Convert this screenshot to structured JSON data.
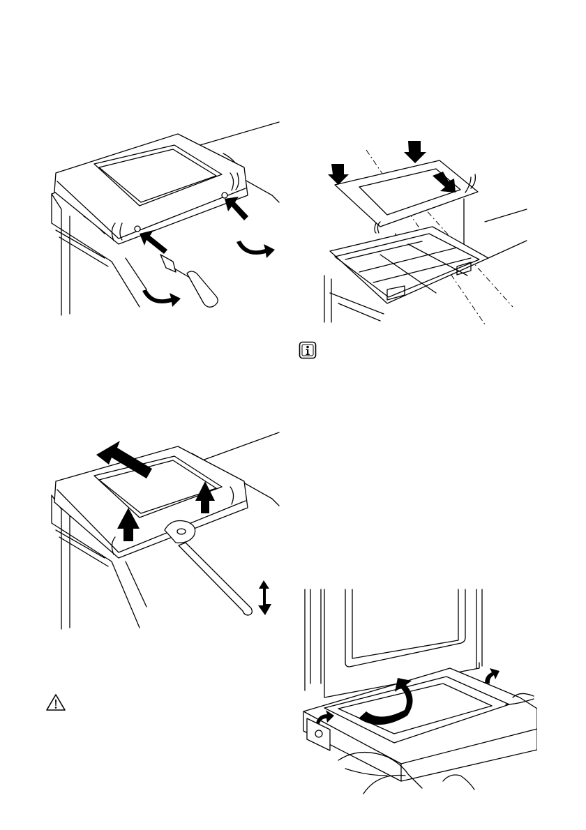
{
  "page": {
    "background": "#ffffff",
    "ink": "#000000"
  },
  "figures": [
    {
      "id": "remove-door-glass-screws",
      "icon": "screwdriver-icon"
    },
    {
      "id": "insert-door-glass",
      "icon": "arrow-down-icon"
    },
    {
      "id": "lift-door-glass-out",
      "icon": "arrow-up-icon"
    },
    {
      "id": "remove-drawer",
      "icon": "curved-arrow-icon"
    }
  ],
  "icons": {
    "info": {
      "name": "info-icon",
      "glyph": "i"
    },
    "warning": {
      "name": "warning-icon",
      "glyph": "!"
    }
  }
}
